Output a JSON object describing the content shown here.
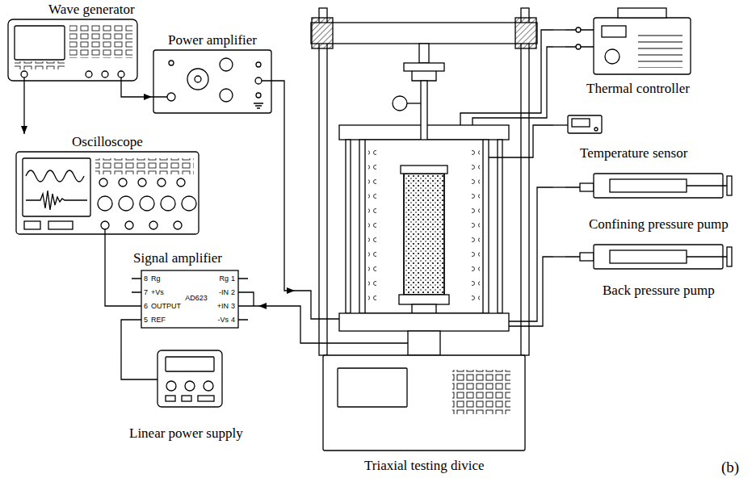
{
  "diagram": {
    "nodes": [
      {
        "text": [
          "Wave generator"
        ]
      },
      {
        "text": [
          "Power amplifier"
        ]
      },
      {
        "text": [
          "Oscilloscope"
        ]
      },
      {
        "text": [
          "Signal amplifier"
        ]
      },
      {
        "text": [
          "Linear power supply"
        ]
      },
      {
        "text": [
          "Triaxial testing divice"
        ]
      },
      {
        "text": [
          "Thermal controller"
        ]
      },
      {
        "text": [
          "Temperature sensor"
        ]
      },
      {
        "text": [
          "Confining pressure pump"
        ]
      },
      {
        "text": [
          "Back pressure pump"
        ]
      }
    ],
    "edges": [
      {
        "from": 0,
        "to": 1,
        "arrow": "to"
      },
      {
        "from": 0,
        "to": 2,
        "arrow": "to"
      },
      {
        "from": 1,
        "to": 5,
        "arrow": "to"
      },
      {
        "from": 5,
        "to": 3,
        "arrow": "to"
      },
      {
        "from": 3,
        "to": 2,
        "arrow": "none"
      },
      {
        "from": 4,
        "to": 3,
        "arrow": "none"
      },
      {
        "from": 6,
        "to": 5,
        "arrow": "none"
      },
      {
        "from": 6,
        "to": 5,
        "arrow": "none"
      },
      {
        "from": 7,
        "to": 5,
        "arrow": "none"
      },
      {
        "from": 8,
        "to": 5,
        "arrow": "none"
      },
      {
        "from": 9,
        "to": 5,
        "arrow": "none"
      }
    ],
    "labels": [
      "Rg",
      "8",
      "1",
      "Rg",
      "+Vs",
      "7",
      "2",
      "-IN",
      "OUTPUT",
      "6",
      "3",
      "+IN",
      "REF",
      "5",
      "4",
      "-Vs",
      "AD623",
      "(b)"
    ]
  }
}
